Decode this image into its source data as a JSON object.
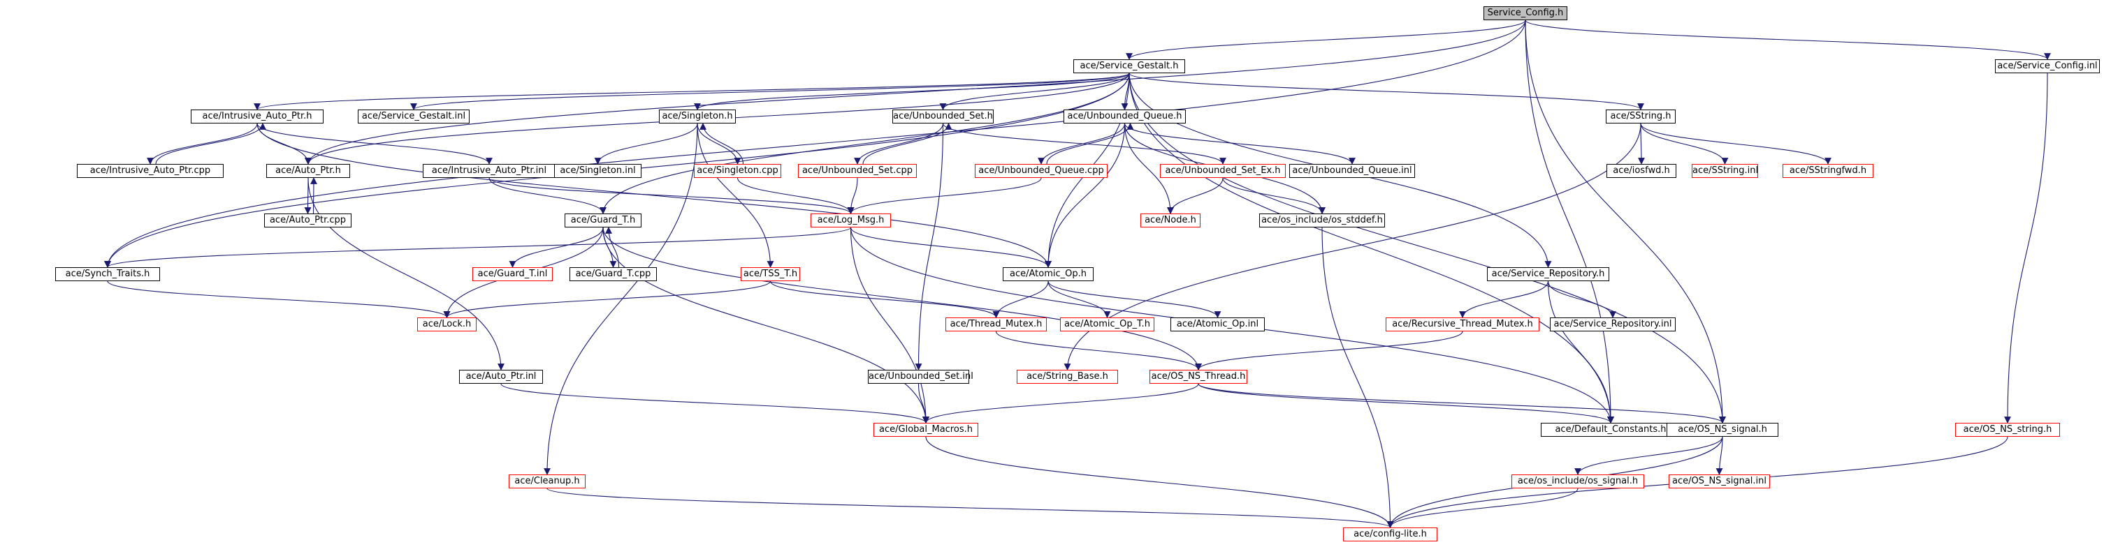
{
  "diagram": {
    "type": "include-dependency-graph",
    "colors": {
      "edge": "#191970",
      "node_border_normal": "#000000",
      "node_border_incomplete": "#ff0000",
      "root_fill": "#bfbfbf",
      "node_fill": "#ffffff"
    },
    "nodes": [
      {
        "id": "n0",
        "label": "Service_Config.h",
        "style": "root"
      },
      {
        "id": "n1",
        "label": "ace/Service_Gestalt.h",
        "style": "normal"
      },
      {
        "id": "n2",
        "label": "ace/Service_Config.inl",
        "style": "normal"
      },
      {
        "id": "n3",
        "label": "ace/Intrusive_Auto_Ptr.h",
        "style": "normal"
      },
      {
        "id": "n4",
        "label": "ace/Service_Gestalt.inl",
        "style": "normal"
      },
      {
        "id": "n5",
        "label": "ace/Singleton.h",
        "style": "normal"
      },
      {
        "id": "n6",
        "label": "ace/Unbounded_Set.h",
        "style": "normal"
      },
      {
        "id": "n7",
        "label": "ace/Unbounded_Queue.h",
        "style": "normal"
      },
      {
        "id": "n8",
        "label": "ace/SString.h",
        "style": "normal"
      },
      {
        "id": "n9",
        "label": "ace/Intrusive_Auto_Ptr.cpp",
        "style": "normal"
      },
      {
        "id": "n10",
        "label": "ace/Auto_Ptr.h",
        "style": "normal"
      },
      {
        "id": "n11",
        "label": "ace/Intrusive_Auto_Ptr.inl",
        "style": "normal"
      },
      {
        "id": "n12",
        "label": "ace/Singleton.inl",
        "style": "normal"
      },
      {
        "id": "n13",
        "label": "ace/Singleton.cpp",
        "style": "red"
      },
      {
        "id": "n14",
        "label": "ace/Unbounded_Set.cpp",
        "style": "red"
      },
      {
        "id": "n15",
        "label": "ace/Unbounded_Queue.cpp",
        "style": "red"
      },
      {
        "id": "n16",
        "label": "ace/Unbounded_Set_Ex.h",
        "style": "red"
      },
      {
        "id": "n17",
        "label": "ace/Unbounded_Queue.inl",
        "style": "normal"
      },
      {
        "id": "n18",
        "label": "ace/iosfwd.h",
        "style": "normal"
      },
      {
        "id": "n19",
        "label": "ace/SString.inl",
        "style": "red"
      },
      {
        "id": "n20",
        "label": "ace/SStringfwd.h",
        "style": "red"
      },
      {
        "id": "n21",
        "label": "ace/Auto_Ptr.cpp",
        "style": "normal"
      },
      {
        "id": "n22",
        "label": "ace/Guard_T.h",
        "style": "normal"
      },
      {
        "id": "n23",
        "label": "ace/Log_Msg.h",
        "style": "red"
      },
      {
        "id": "n24",
        "label": "ace/Node.h",
        "style": "red"
      },
      {
        "id": "n25",
        "label": "ace/os_include/os_stddef.h",
        "style": "normal"
      },
      {
        "id": "n26",
        "label": "ace/Synch_Traits.h",
        "style": "normal"
      },
      {
        "id": "n27",
        "label": "ace/Guard_T.inl",
        "style": "red"
      },
      {
        "id": "n28",
        "label": "ace/Guard_T.cpp",
        "style": "normal"
      },
      {
        "id": "n29",
        "label": "ace/TSS_T.h",
        "style": "red"
      },
      {
        "id": "n30",
        "label": "ace/Atomic_Op.h",
        "style": "normal"
      },
      {
        "id": "n31",
        "label": "ace/Service_Repository.h",
        "style": "normal"
      },
      {
        "id": "n32",
        "label": "ace/Lock.h",
        "style": "red"
      },
      {
        "id": "n33",
        "label": "ace/Thread_Mutex.h",
        "style": "red"
      },
      {
        "id": "n34",
        "label": "ace/Atomic_Op_T.h",
        "style": "red"
      },
      {
        "id": "n35",
        "label": "ace/Atomic_Op.inl",
        "style": "normal"
      },
      {
        "id": "n36",
        "label": "ace/Recursive_Thread_Mutex.h",
        "style": "red"
      },
      {
        "id": "n37",
        "label": "ace/Service_Repository.inl",
        "style": "normal"
      },
      {
        "id": "n38",
        "label": "ace/Auto_Ptr.inl",
        "style": "normal"
      },
      {
        "id": "n39",
        "label": "ace/Unbounded_Set.inl",
        "style": "normal"
      },
      {
        "id": "n40",
        "label": "ace/String_Base.h",
        "style": "red"
      },
      {
        "id": "n41",
        "label": "ace/OS_NS_Thread.h",
        "style": "red"
      },
      {
        "id": "n42",
        "label": "ace/Global_Macros.h",
        "style": "red"
      },
      {
        "id": "n43",
        "label": "ace/Default_Constants.h",
        "style": "normal"
      },
      {
        "id": "n44",
        "label": "ace/OS_NS_signal.h",
        "style": "normal"
      },
      {
        "id": "n45",
        "label": "ace/OS_NS_string.h",
        "style": "red"
      },
      {
        "id": "n46",
        "label": "ace/Cleanup.h",
        "style": "red"
      },
      {
        "id": "n47",
        "label": "ace/os_include/os_signal.h",
        "style": "red"
      },
      {
        "id": "n48",
        "label": "ace/OS_NS_signal.inl",
        "style": "red"
      },
      {
        "id": "n49",
        "label": "ace/config-lite.h",
        "style": "red"
      }
    ],
    "edges": [
      [
        "n0",
        "n1"
      ],
      [
        "n0",
        "n2"
      ],
      [
        "n0",
        "n26"
      ],
      [
        "n0",
        "n10"
      ],
      [
        "n0",
        "n43"
      ],
      [
        "n0",
        "n44"
      ],
      [
        "n1",
        "n3"
      ],
      [
        "n1",
        "n4"
      ],
      [
        "n1",
        "n5"
      ],
      [
        "n1",
        "n6"
      ],
      [
        "n1",
        "n7"
      ],
      [
        "n1",
        "n8"
      ],
      [
        "n1",
        "n26"
      ],
      [
        "n1",
        "n22"
      ],
      [
        "n1",
        "n31"
      ],
      [
        "n1",
        "n43"
      ],
      [
        "n1",
        "n44"
      ],
      [
        "n1",
        "n10"
      ],
      [
        "n1",
        "n30"
      ],
      [
        "n2",
        "n45"
      ],
      [
        "n3",
        "n9"
      ],
      [
        "n3",
        "n10"
      ],
      [
        "n3",
        "n11"
      ],
      [
        "n3",
        "n30"
      ],
      [
        "n9",
        "n3"
      ],
      [
        "n5",
        "n12"
      ],
      [
        "n5",
        "n13"
      ],
      [
        "n5",
        "n29"
      ],
      [
        "n5",
        "n46"
      ],
      [
        "n13",
        "n5"
      ],
      [
        "n13",
        "n23"
      ],
      [
        "n6",
        "n14"
      ],
      [
        "n6",
        "n16"
      ],
      [
        "n6",
        "n39"
      ],
      [
        "n14",
        "n6"
      ],
      [
        "n14",
        "n23"
      ],
      [
        "n7",
        "n15"
      ],
      [
        "n7",
        "n17"
      ],
      [
        "n7",
        "n24"
      ],
      [
        "n7",
        "n25"
      ],
      [
        "n7",
        "n30"
      ],
      [
        "n15",
        "n7"
      ],
      [
        "n15",
        "n23"
      ],
      [
        "n16",
        "n24"
      ],
      [
        "n16",
        "n25"
      ],
      [
        "n8",
        "n18"
      ],
      [
        "n8",
        "n19"
      ],
      [
        "n8",
        "n20"
      ],
      [
        "n8",
        "n40"
      ],
      [
        "n10",
        "n21"
      ],
      [
        "n10",
        "n38"
      ],
      [
        "n21",
        "n10"
      ],
      [
        "n11",
        "n22"
      ],
      [
        "n11",
        "n23"
      ],
      [
        "n22",
        "n27"
      ],
      [
        "n22",
        "n28"
      ],
      [
        "n22",
        "n32"
      ],
      [
        "n22",
        "n42"
      ],
      [
        "n22",
        "n41"
      ],
      [
        "n28",
        "n22"
      ],
      [
        "n23",
        "n26"
      ],
      [
        "n23",
        "n30"
      ],
      [
        "n23",
        "n42"
      ],
      [
        "n23",
        "n43"
      ],
      [
        "n29",
        "n32"
      ],
      [
        "n29",
        "n33"
      ],
      [
        "n30",
        "n33"
      ],
      [
        "n30",
        "n34"
      ],
      [
        "n30",
        "n35"
      ],
      [
        "n31",
        "n36"
      ],
      [
        "n31",
        "n37"
      ],
      [
        "n31",
        "n43"
      ],
      [
        "n26",
        "n32"
      ],
      [
        "n33",
        "n41"
      ],
      [
        "n36",
        "n41"
      ],
      [
        "n38",
        "n42"
      ],
      [
        "n39",
        "n42"
      ],
      [
        "n41",
        "n42"
      ],
      [
        "n41",
        "n43"
      ],
      [
        "n41",
        "n44"
      ],
      [
        "n44",
        "n47"
      ],
      [
        "n44",
        "n48"
      ],
      [
        "n44",
        "n49"
      ],
      [
        "n47",
        "n49"
      ],
      [
        "n42",
        "n49"
      ],
      [
        "n46",
        "n49"
      ],
      [
        "n45",
        "n49"
      ],
      [
        "n25",
        "n49"
      ]
    ]
  }
}
